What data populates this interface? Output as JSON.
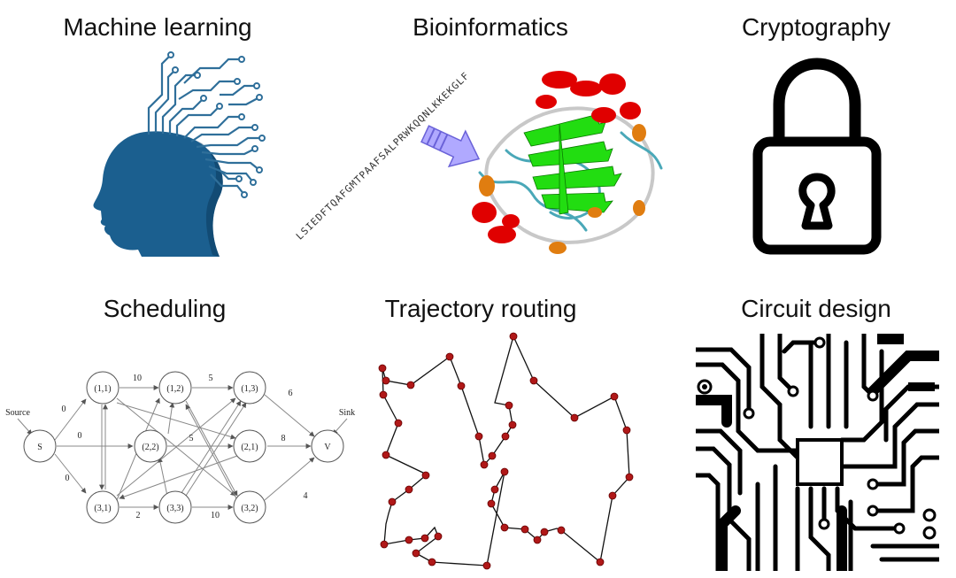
{
  "titles": {
    "ml": "Machine learning",
    "bio": "Bioinformatics",
    "crypto": "Cryptography",
    "sched": "Scheduling",
    "route": "Trajectory routing",
    "circuit": "Circuit design"
  },
  "bio": {
    "sequence": "LSIEDFTQAFGMTPAAFSALPRWKQQNLKKEKGLF"
  },
  "scheduling": {
    "source_label": "Source",
    "sink_label": "Sink",
    "nodes": {
      "s": "S",
      "n11": "(1,1)",
      "n12": "(1,2)",
      "n13": "(1,3)",
      "n22": "(2,2)",
      "n21": "(2,1)",
      "n31": "(3,1)",
      "n33": "(3,3)",
      "n32": "(3,2)",
      "v": "V"
    },
    "weights": {
      "s_11": "0",
      "s_22": "0",
      "s_31": "0",
      "w11_12": "10",
      "w12_13": "5",
      "w13_v": "6",
      "w22_21": "5",
      "w21_v": "8",
      "w31_33": "2",
      "w33_32": "10",
      "w32_v": "4"
    }
  },
  "colors": {
    "ml_head": "#1b5f8f",
    "arrow": "#a9a2ff",
    "helix": "#e00000",
    "sheet": "#22dd11",
    "coil": "#4aa8b8",
    "turn": "#e07d10",
    "route_point": "#b01818"
  }
}
